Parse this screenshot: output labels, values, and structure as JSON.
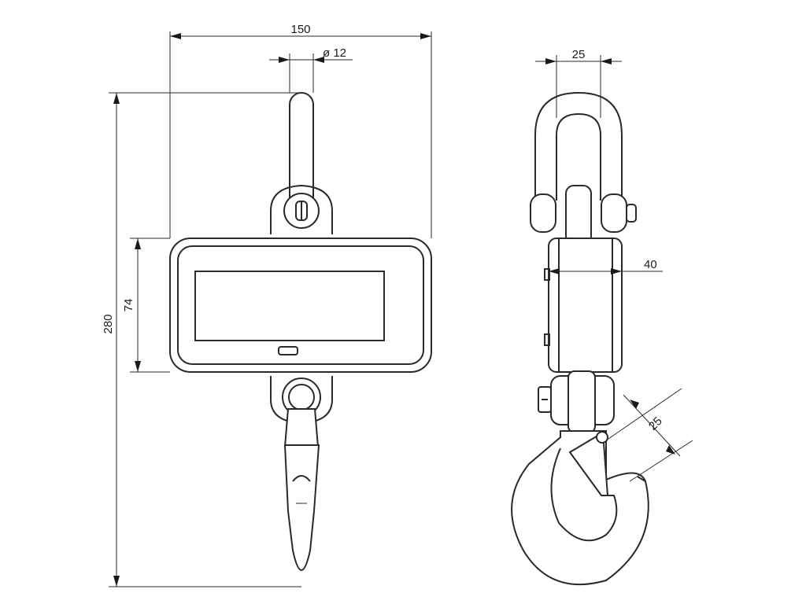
{
  "colors": {
    "line": "#2a2a2a",
    "background": "#ffffff"
  },
  "dimensions": {
    "overall_width": "150",
    "shackle_pin_diameter": "ø 12",
    "overall_height": "280",
    "body_height": "74",
    "shackle_width": "25",
    "body_depth": "40",
    "hook_opening": "25"
  }
}
